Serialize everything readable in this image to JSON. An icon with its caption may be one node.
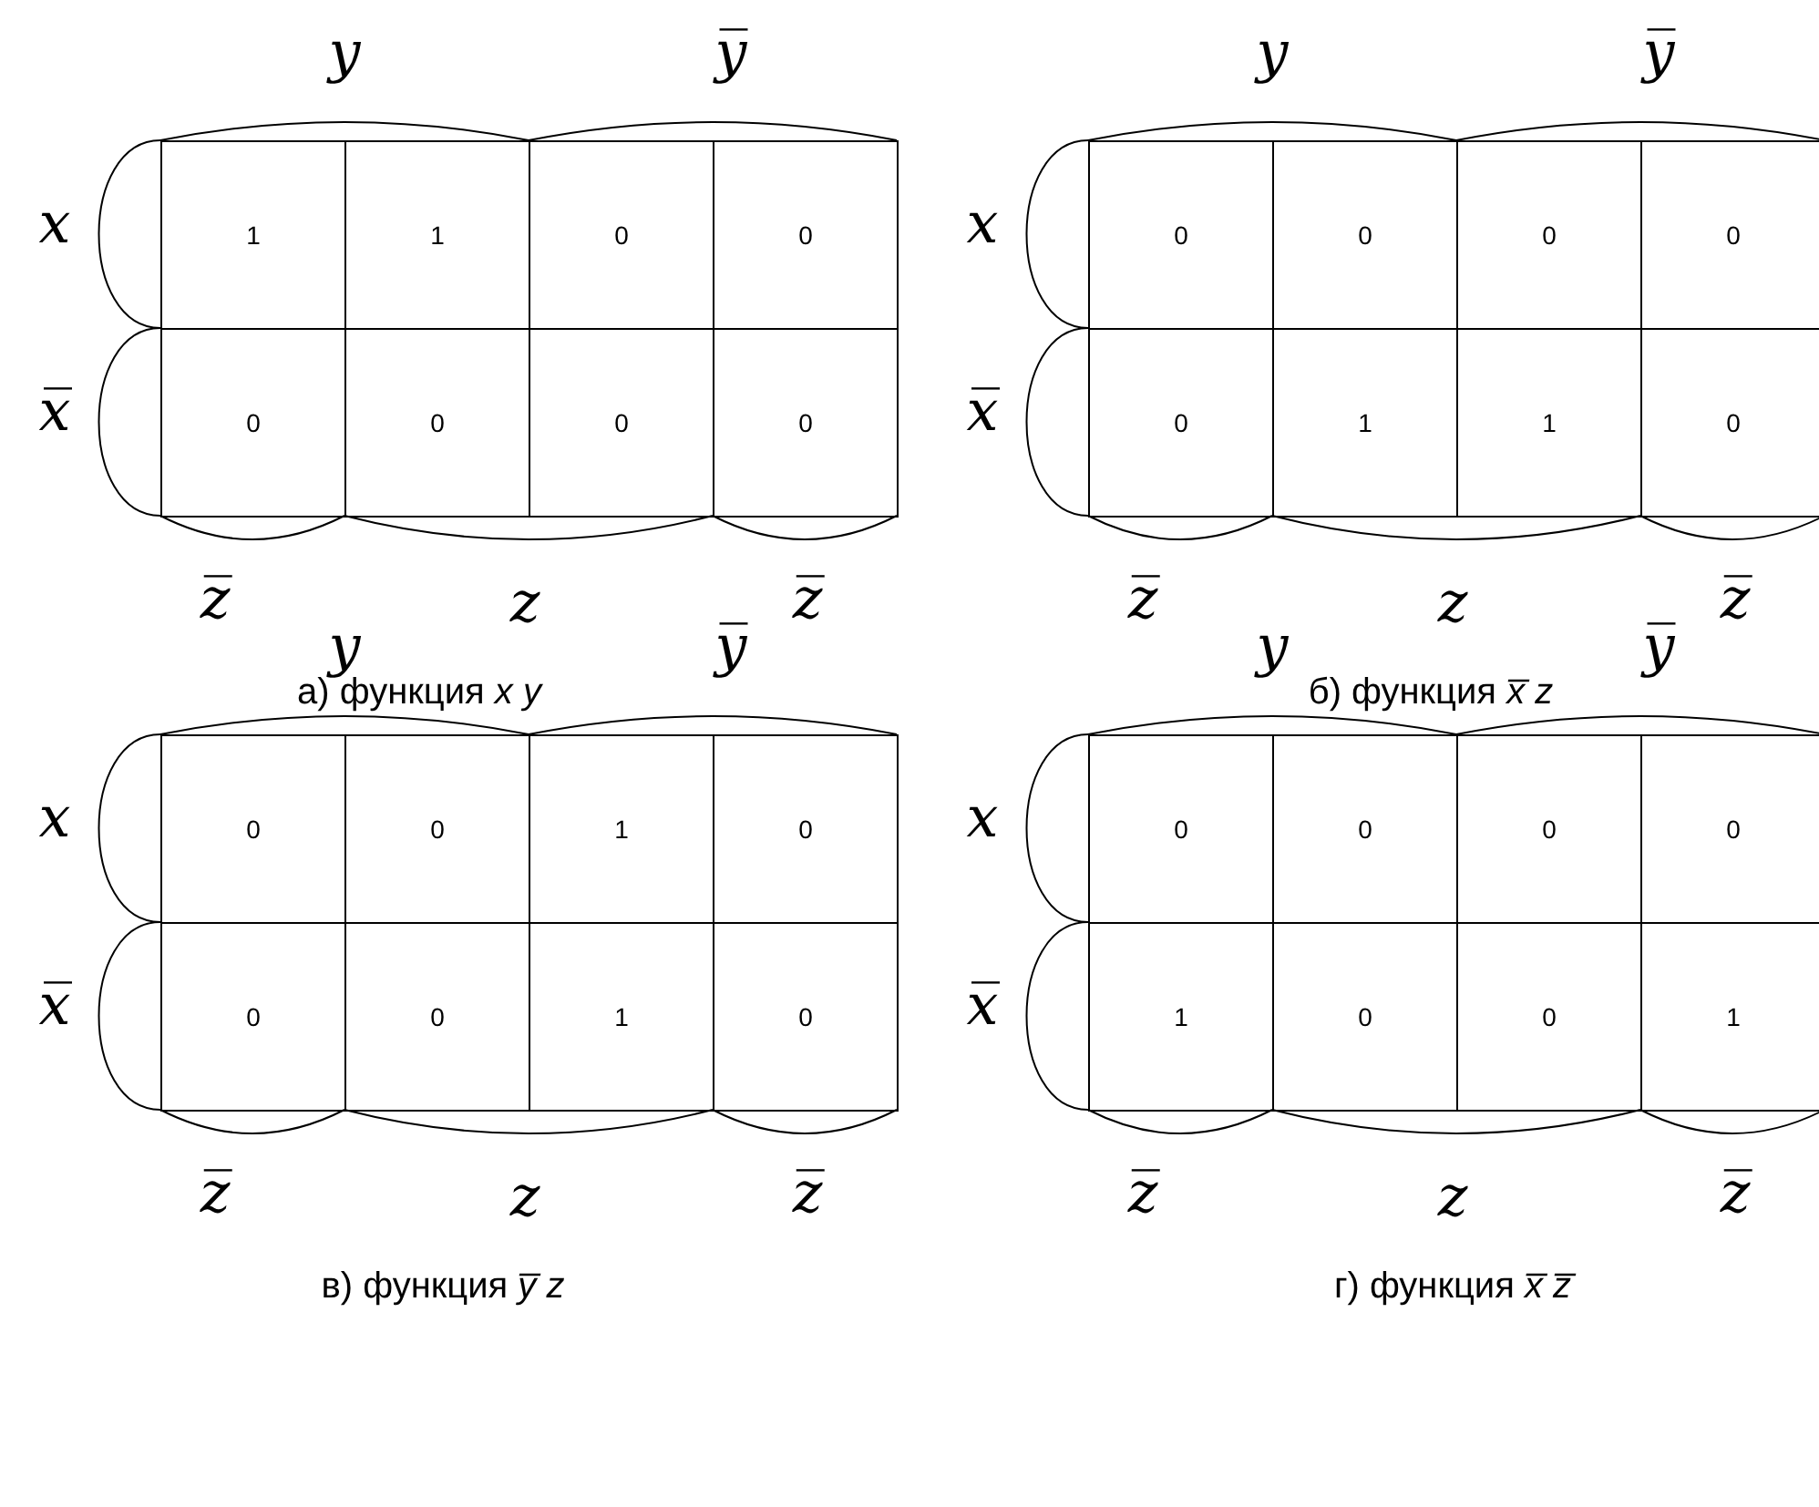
{
  "diagram": {
    "labels": [
      "y",
      "y̅",
      "x",
      "x̅",
      "1",
      "1",
      "0",
      "0",
      "0",
      "0",
      "0",
      "0",
      "z̅",
      "z",
      "z̅",
      "а) функция *x y*",
      "y",
      "y̅",
      "x",
      "x̅",
      "0",
      "0",
      "0",
      "0",
      "0",
      "1",
      "1",
      "0",
      "z̅",
      "z",
      "z̅",
      "б) функция *x̅ z*",
      "y",
      "y̅",
      "x",
      "x̅",
      "0",
      "0",
      "1",
      "0",
      "0",
      "0",
      "1",
      "0",
      "z̅",
      "z",
      "z̅",
      "в) функция *y̅ z*",
      "y",
      "y̅",
      "x",
      "x̅",
      "0",
      "0",
      "0",
      "0",
      "1",
      "0",
      "0",
      "1",
      "z̅",
      "z",
      "z̅",
      "г) функция *x̅ z̅*"
    ]
  }
}
